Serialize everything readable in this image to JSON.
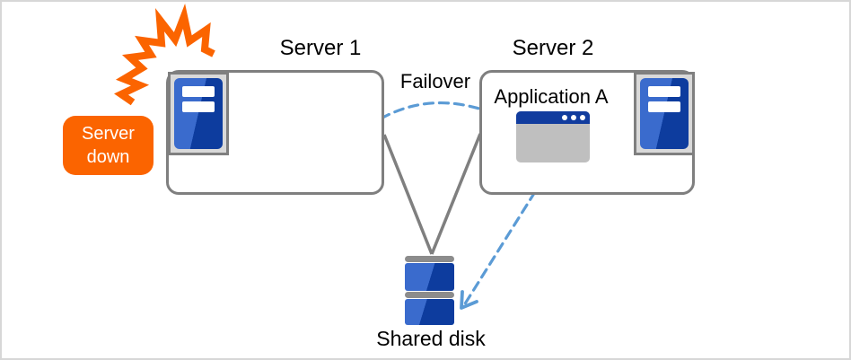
{
  "colors": {
    "orange": "#FB6400",
    "box-border": "#7F7F7F",
    "icon-bg": "#D9D9D9",
    "blue-light": "#3A6BCD",
    "blue-dark": "#0D3C9E",
    "title-blue": "#113C9E",
    "window-body": "#BFBFBF",
    "arrow-blue": "#5B9BD5",
    "disk-cap": "#8C8C8C"
  },
  "nodes": {
    "server1": {
      "label": "Server 1"
    },
    "server2": {
      "label": "Server 2"
    },
    "application": {
      "label": "Application A"
    },
    "shared_disk": {
      "label": "Shared disk"
    },
    "status": {
      "label": "Server down"
    }
  },
  "arrows": {
    "failover": {
      "label": "Failover"
    }
  }
}
